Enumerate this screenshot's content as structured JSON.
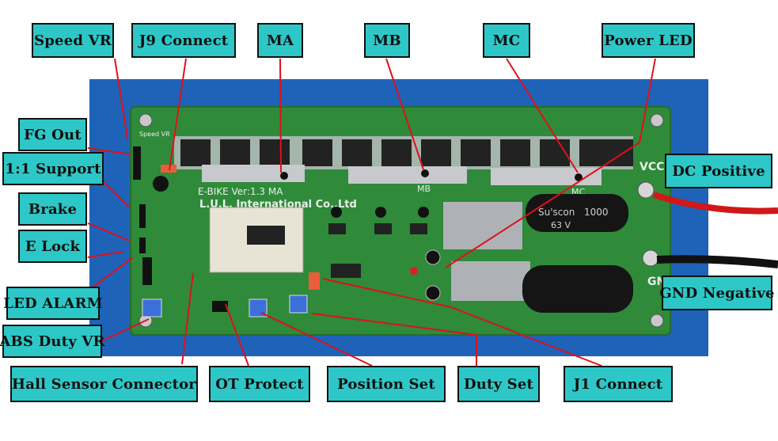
{
  "labels": {
    "speed_vr": "Speed VR",
    "j9_connect": "J9 Connect",
    "ma": "MA",
    "mb": "MB",
    "mc": "MC",
    "power_led": "Power LED",
    "fg_out": "FG Out",
    "support_1_1": "1:1 Support",
    "brake": "Brake",
    "e_lock": "E Lock",
    "led_alarm": "LED ALARM",
    "abs_duty_vr": "ABS Duty VR",
    "hall_sensor_connector": "Hall Sensor Connector",
    "ot_protect": "OT Protect",
    "position_set": "Position Set",
    "duty_set": "Duty Set",
    "j1_connect": "J1 Connect",
    "dc_positive": "DC Positive",
    "gnd_negative": "GND Negative"
  },
  "board": {
    "title": "E-BIKE Ver:1.3 MA",
    "company": "L.U.L. International Co.,Ltd",
    "silk_mb": "MB",
    "silk_mc": "MC",
    "silk_vcc": "VCC",
    "silk_gnd": "GN",
    "silk_speed_vr": "Speed VR",
    "cap_brand": "Su'scon",
    "cap_value": "1000",
    "cap_voltage": "63 V"
  },
  "colors": {
    "label_fill": "#2ec7c7",
    "leader_line": "#e0101a",
    "backdrop": "#1e63b8",
    "pcb": "#2f8a3a"
  }
}
